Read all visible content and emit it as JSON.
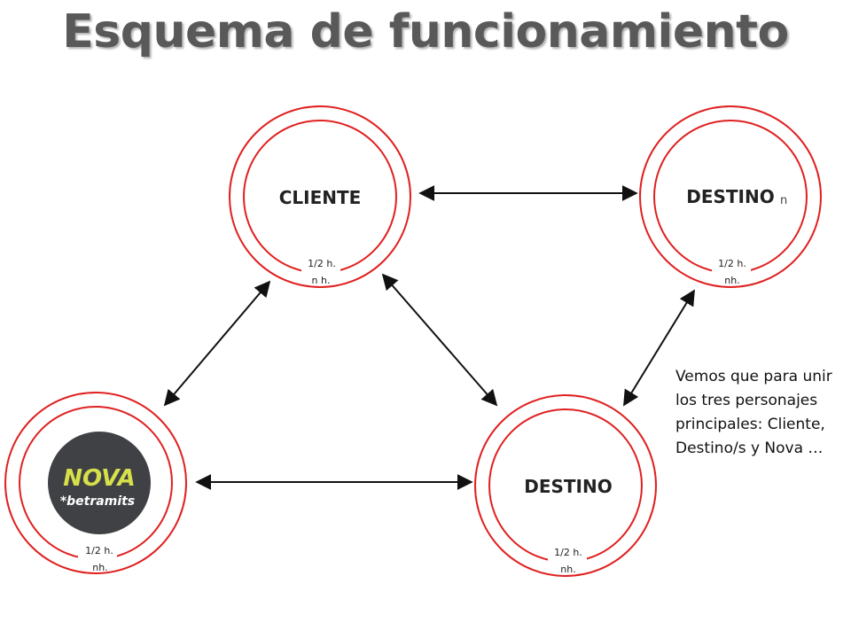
{
  "title": "Esquema de funcionamiento",
  "nodes": {
    "cliente": {
      "label": "CLIENTE",
      "ring_top": "1/2 h.",
      "ring_bottom": "n h."
    },
    "destino_n": {
      "label": "DESTINO",
      "suffix": "n",
      "ring_top": "1/2 h.",
      "ring_bottom": "nh."
    },
    "nova": {
      "logo_word": "NOVA",
      "logo_sub": "*betramits",
      "ring_top": "1/2 h.",
      "ring_bottom": "nh."
    },
    "destino": {
      "label": "DESTINO",
      "ring_top": "1/2 h.",
      "ring_bottom": "nh."
    }
  },
  "note": "Vemos que para unir los tres personajes principales: Cliente, Destino/s y Nova …",
  "colors": {
    "ring": "#e02020",
    "arrow": "#111111",
    "title": "#595959",
    "logo_bg": "#3f4144",
    "logo_accent": "#d6e04a"
  }
}
